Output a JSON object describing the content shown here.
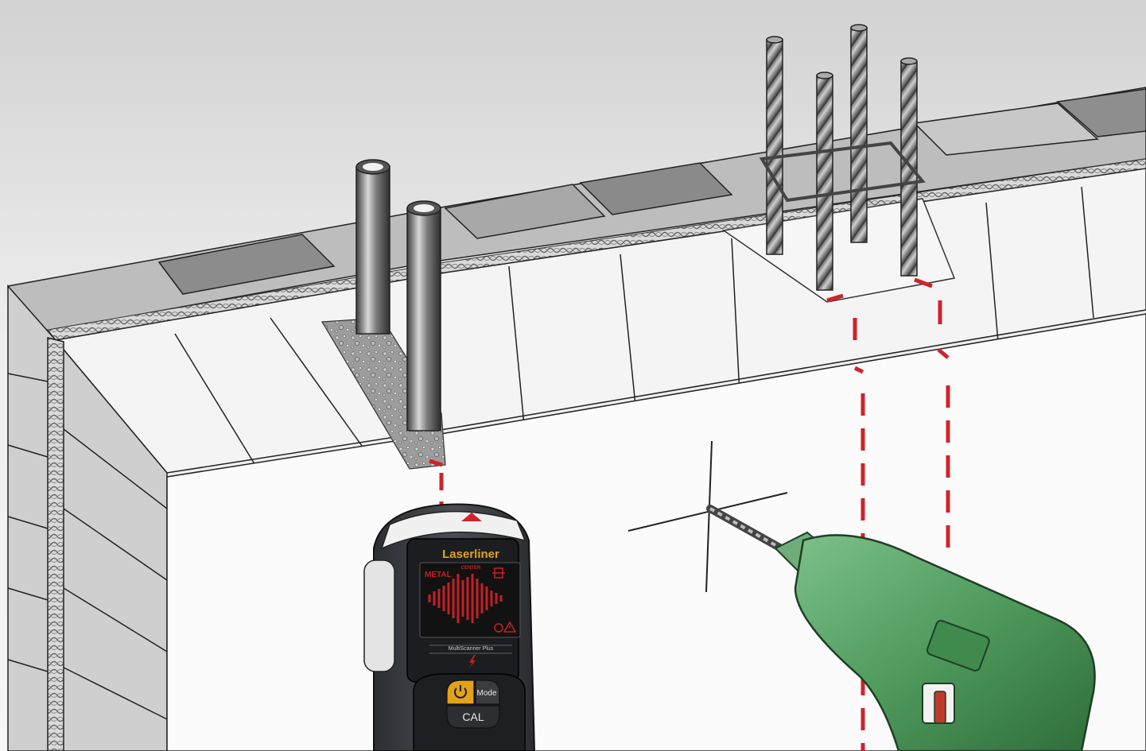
{
  "scanner": {
    "brand": "Laserliner",
    "model": "MultiScanner Plus",
    "display": {
      "top_label": "CENTER",
      "left_label": "METAL",
      "icon_live_wire": "live-wire-icon",
      "icon_ac": "ac-voltage-icon",
      "icon_warning": "warning-icon",
      "signal_icon": "signal-waveform-icon"
    },
    "buttons": {
      "power_icon": "power-icon",
      "mode_label": "Mode",
      "cal_label": "CAL"
    },
    "bolt_icon": "lightning-icon"
  },
  "colors": {
    "marker_red": "#d0232a",
    "drill_green": "#4f9a5c",
    "scanner_body": "#3a3d42",
    "scanner_accent": "#e3a21a",
    "display_red": "#c71f25"
  }
}
